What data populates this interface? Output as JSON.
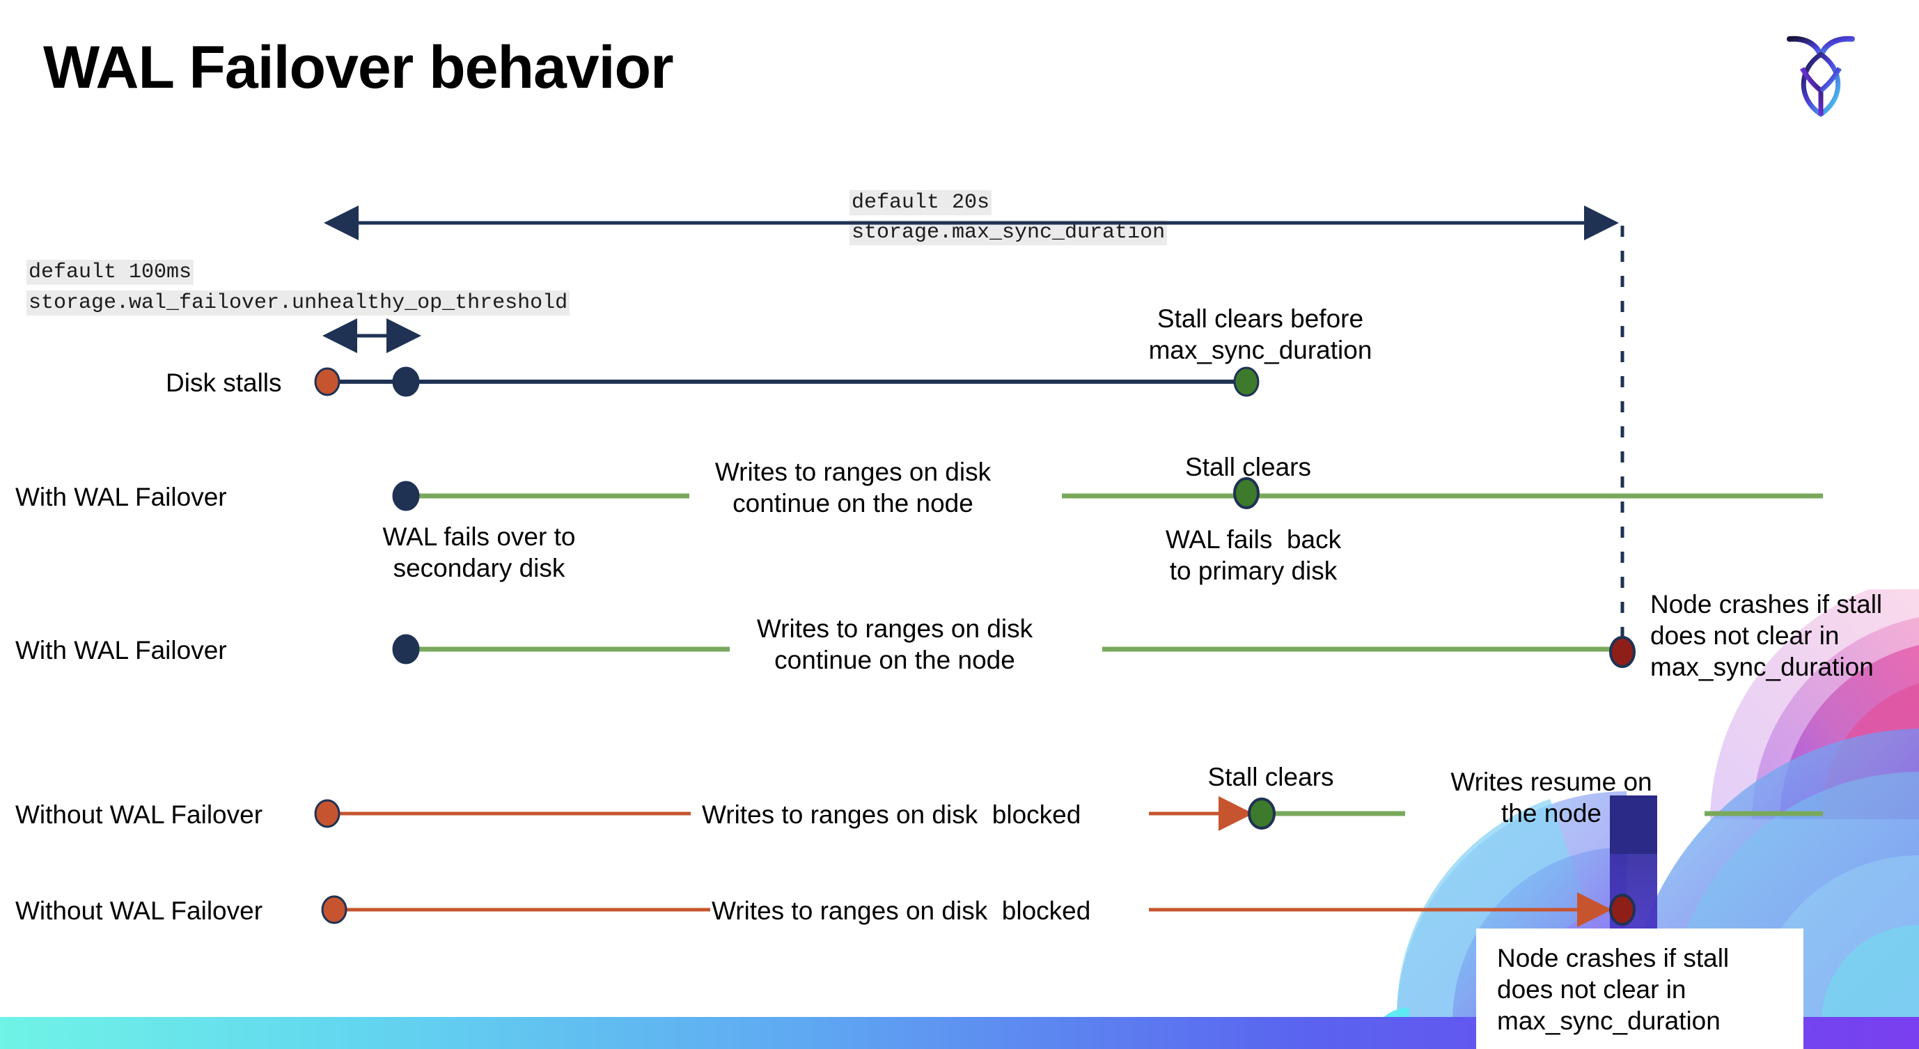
{
  "slide": {
    "title": "WAL Failover behavior",
    "logo_name": "cockroachdb-logo"
  },
  "annotations": {
    "max_sync": {
      "default": "default 20s",
      "setting": "storage.max_sync_duration"
    },
    "unhealthy_threshold": {
      "default": "default 100ms",
      "setting": "storage.wal_failover.unhealthy_op_threshold"
    }
  },
  "rows": [
    {
      "id": "disk-stalls",
      "label": "Disk stalls",
      "line_color": "#1f3254",
      "start_marker": "#c6552f",
      "mid_marker": "#1f3254",
      "end_marker": "#3d7a2b",
      "callout_above": "Stall clears before\nmax_sync_duration"
    },
    {
      "id": "with-wal-failover-recovers",
      "label": "With WAL Failover",
      "line_color": "#79a85c",
      "start_marker": "#1f3254",
      "mid_marker": "#3d7a2b",
      "callout_mid": "Writes to ranges on disk\ncontinue on the node",
      "callout_above": "Stall clears",
      "callout_below_start": "WAL fails over to\nsecondary disk",
      "callout_below_mid": "WAL fails  back\nto primary disk"
    },
    {
      "id": "with-wal-failover-crashes",
      "label": "With WAL Failover",
      "line_color": "#79a85c",
      "start_marker": "#1f3254",
      "end_marker": "#8e1f18",
      "callout_mid": "Writes to ranges on disk\ncontinue on the node",
      "callout_right": "Node crashes if stall\ndoes not clear in\nmax_sync_duration"
    },
    {
      "id": "without-wal-failover-recovers",
      "label": "Without WAL Failover",
      "line_color": "#c6552f",
      "resume_color": "#79a85c",
      "start_marker": "#c6552f",
      "mid_marker": "#3d7a2b",
      "callout_mid": "Writes to ranges on disk  blocked",
      "callout_above": "Stall clears",
      "callout_right": "Writes resume on\nthe node"
    },
    {
      "id": "without-wal-failover-crashes",
      "label": "Without WAL Failover",
      "line_color": "#c6552f",
      "start_marker": "#c6552f",
      "end_marker": "#8e1f18",
      "callout_mid": "Writes to ranges on disk  blocked",
      "callout_right": "Node crashes if stall\ndoes not clear in\nmax_sync_duration"
    }
  ],
  "colors": {
    "navy": "#1f3254",
    "green_line": "#79a85c",
    "green_dot": "#3d7a2b",
    "orange": "#c6552f",
    "dark_red": "#8e1f18",
    "code_bg": "#ebebeb"
  }
}
